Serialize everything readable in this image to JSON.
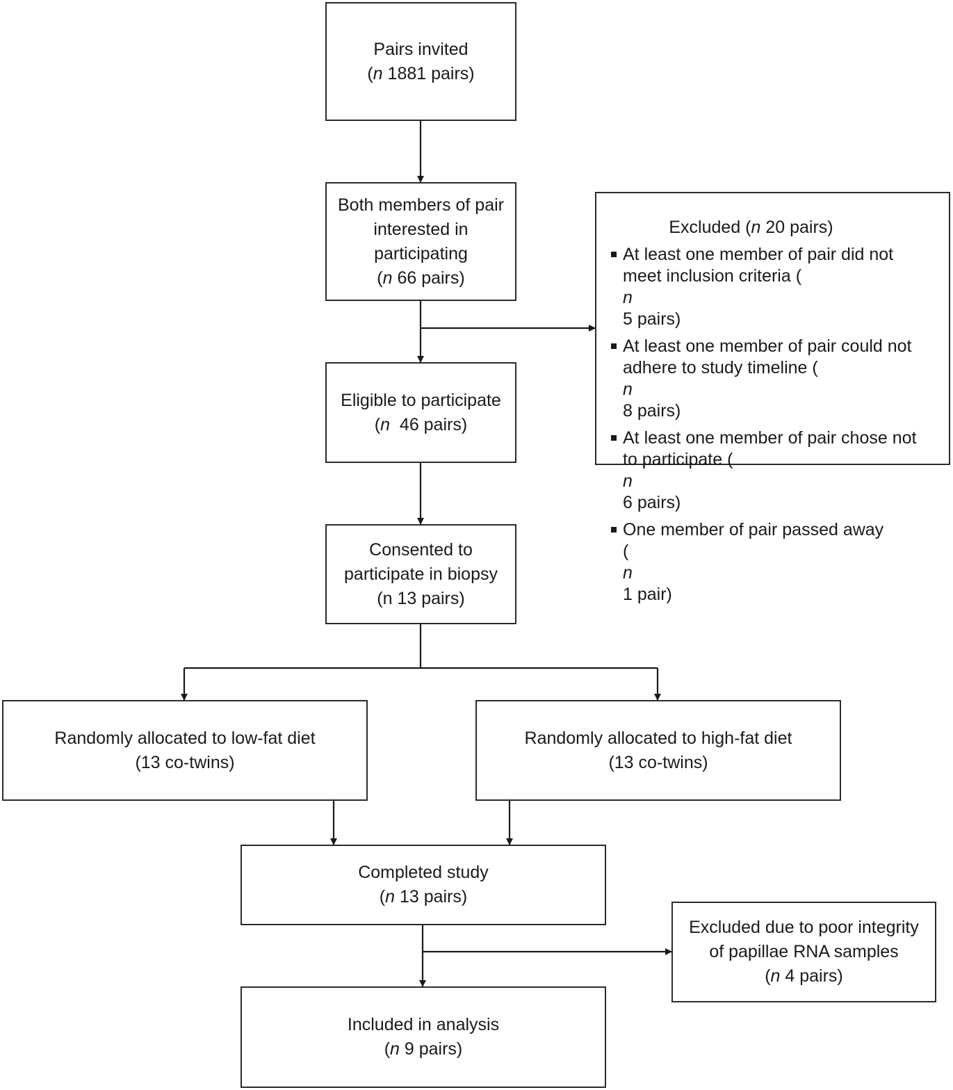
{
  "nodes": {
    "invited": {
      "line1": "Pairs invited",
      "n": "n",
      "rest": " 1881 pairs)"
    },
    "interested": {
      "line1": "Both members of pair",
      "line2": "interested in",
      "line3": "participating",
      "n": "n",
      "rest": " 66 pairs)"
    },
    "eligible": {
      "line1": "Eligible to participate",
      "n": "n",
      "rest": "  46 pairs)"
    },
    "consented": {
      "line1": "Consented to",
      "line2": "participate in biopsy",
      "line3": "(n 13 pairs)"
    },
    "low_fat": {
      "line1": "Randomly allocated to low-fat diet",
      "line2": "(13 co-twins)"
    },
    "high_fat": {
      "line1": "Randomly allocated to high-fat diet",
      "line2": "(13 co-twins)"
    },
    "completed": {
      "line1": "Completed study",
      "n": "n",
      "rest": " 13 pairs)"
    },
    "included": {
      "line1": "Included in analysis",
      "n": "n",
      "rest": " 9 pairs)"
    },
    "excluded_rna": {
      "line1": "Excluded due to poor integrity",
      "line2": "of papillae RNA samples",
      "n": "n",
      "rest": " 4 pairs)"
    },
    "excluded": {
      "head_pre": "Excluded (",
      "n": "n",
      "head_rest": " 20 pairs)",
      "items": [
        {
          "a": "At least one member of pair did not",
          "b_pre": "meet inclusion criteria (",
          "n": "n",
          "b_rest": " 5 pairs)"
        },
        {
          "a": "At least one member of pair could not",
          "b_pre": "adhere to study timeline (",
          "n": "n",
          "b_rest": " 8 pairs)"
        },
        {
          "a": "At least one member of pair chose not",
          "b_pre": "to participate (",
          "n": "n",
          "b_rest": " 6 pairs)"
        },
        {
          "a": "One member of pair passed away",
          "b_pre": "(",
          "n": "n",
          "b_rest": " 1 pair)"
        }
      ]
    }
  }
}
